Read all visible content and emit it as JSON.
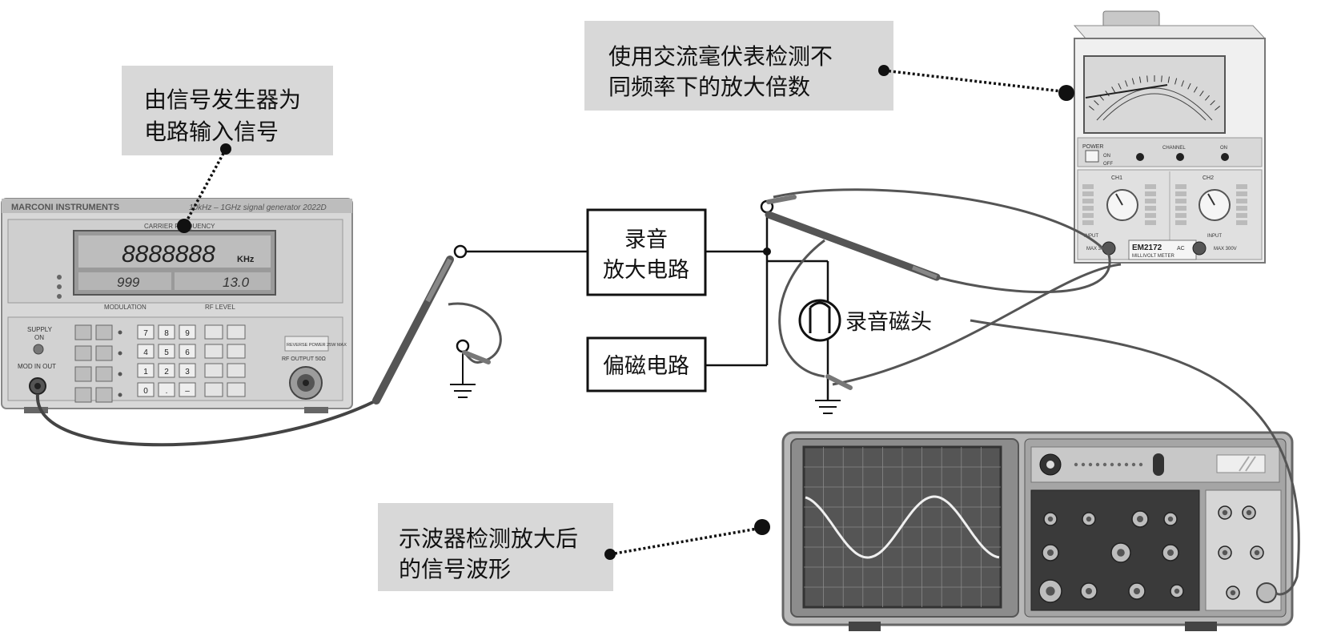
{
  "callouts": {
    "signal_gen_note": [
      "由信号发生器为",
      "电路输入信号"
    ],
    "voltmeter_note": [
      "使用交流毫伏表检测不",
      "同频率下的放大倍数"
    ],
    "scope_note": [
      "示波器检测放大后",
      "的信号波形"
    ]
  },
  "circuit": {
    "amp_box": [
      "录音",
      "放大电路"
    ],
    "bias_box": "偏磁电路",
    "head_label": "录音磁头"
  },
  "signal_generator": {
    "brand": "MARCONI INSTRUMENTS",
    "model": "10kHz – 1GHz  signal generator  2022D",
    "carrier_label": "CARRIER FREQUENCY",
    "display_main": "8888888",
    "display_unit": "KHz",
    "display_mod": "999",
    "display_rf": "13.0",
    "modulation_label": "MODULATION",
    "rf_level_label": "RF LEVEL",
    "supply_label": "SUPPLY",
    "on_label": "ON",
    "mod_label": "MOD IN OUT",
    "reverse_power": "REVERSE POWER 25W MAX",
    "rf_output": "RF OUTPUT 50Ω",
    "keys": [
      "7",
      "8",
      "9",
      "4",
      "5",
      "6",
      "1",
      "2",
      "3",
      "0",
      ".",
      "–"
    ]
  },
  "voltmeter": {
    "power_label": "POWER",
    "on_label": "ON",
    "off_label": "OFF",
    "channel_label": "CHANNEL",
    "ch1": "CH1",
    "ch2": "CH2",
    "input_label": "INPUT",
    "max_label": "MAX 300V",
    "model": "EM2172",
    "ac_label": "AC",
    "subtitle": "MILLIVOLT METER"
  }
}
